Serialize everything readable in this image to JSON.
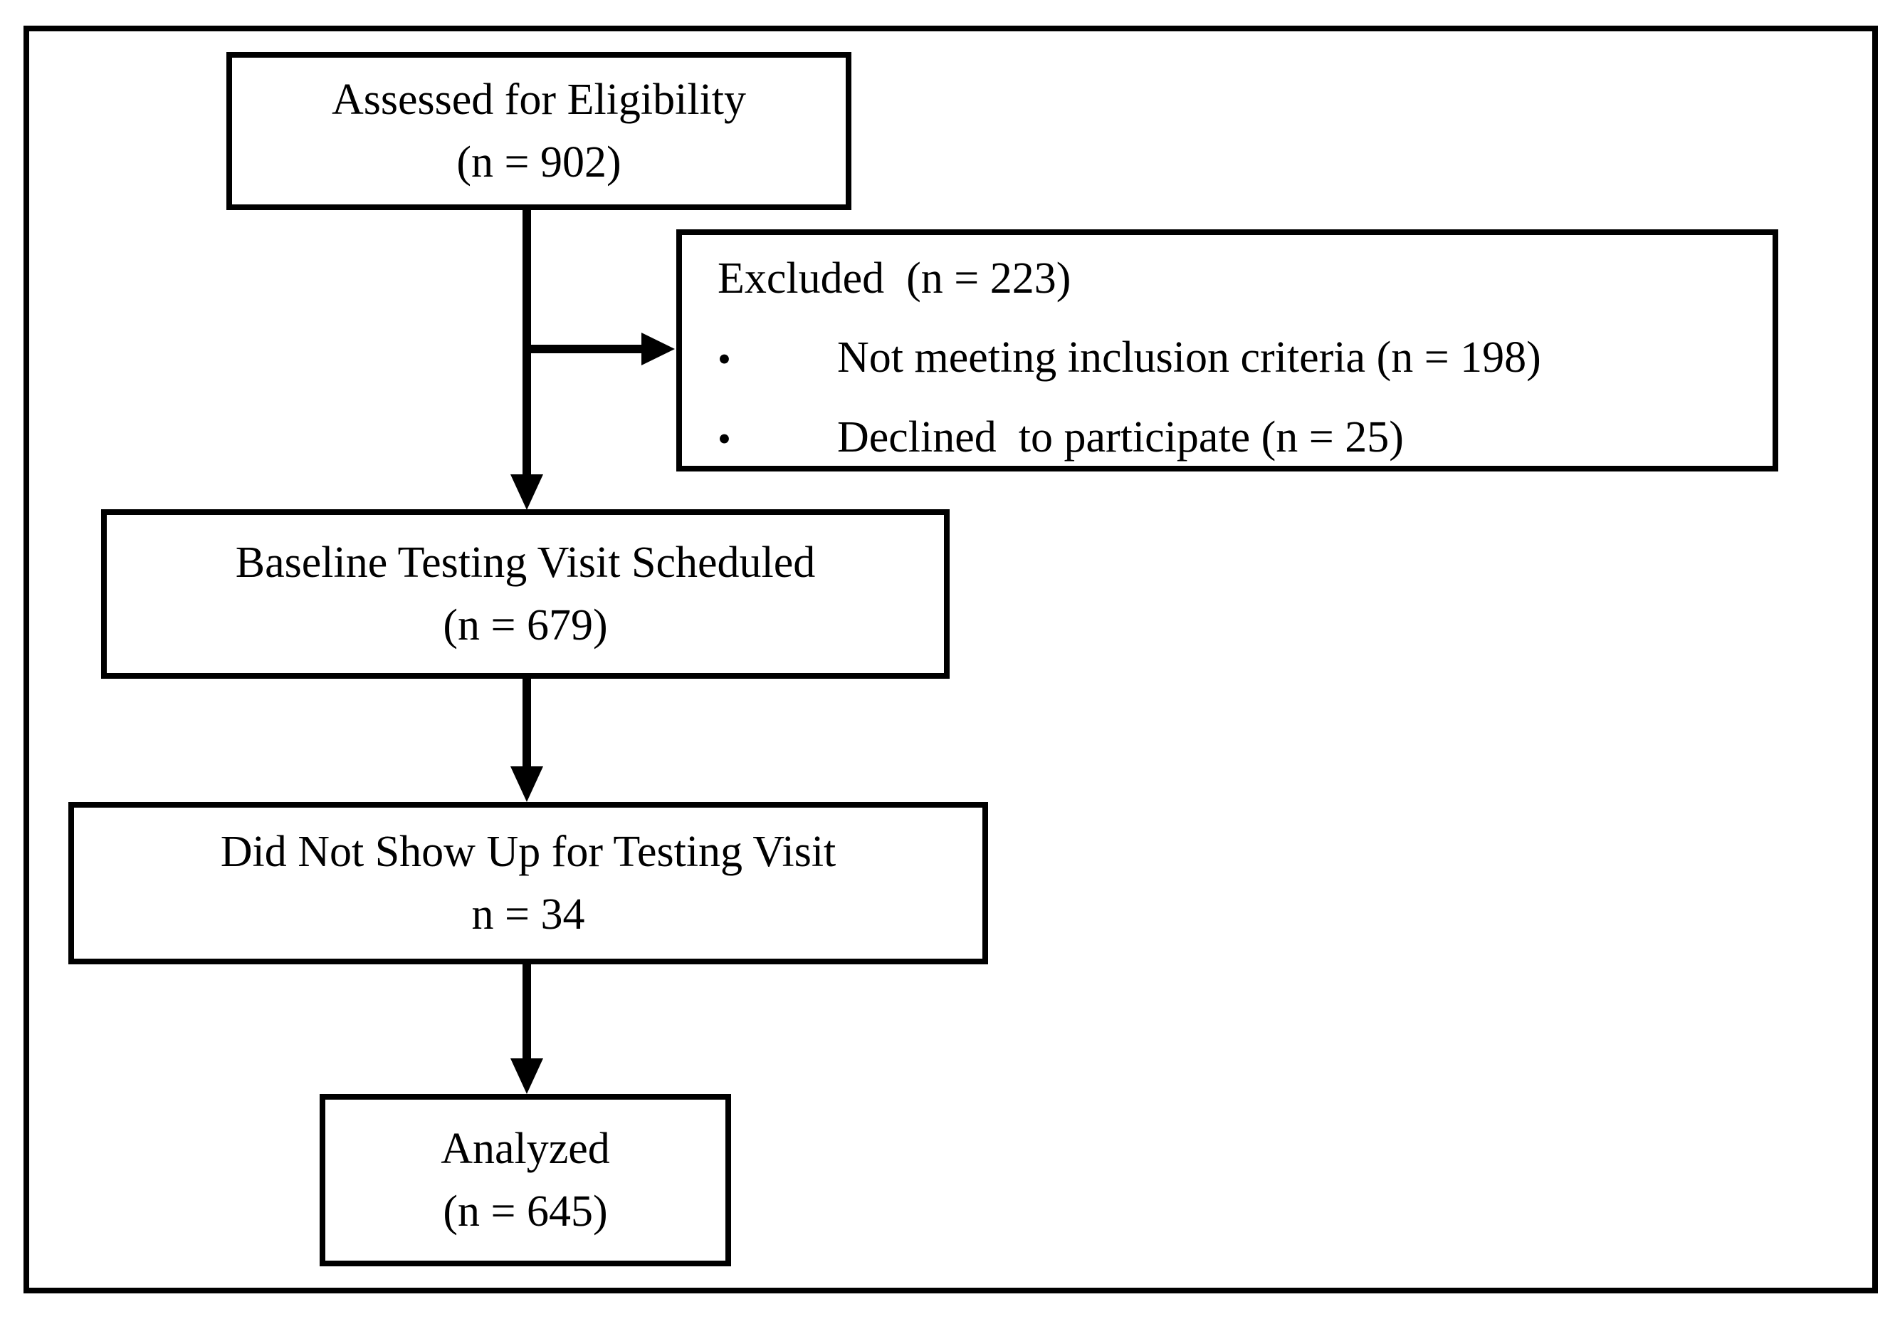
{
  "diagram": {
    "type": "flowchart",
    "nodes": {
      "assessed": {
        "line1": "Assessed for Eligibility",
        "line2": "(n = 902)"
      },
      "excluded": {
        "title": "Excluded  (n = 223)",
        "bullet_glyph": "•",
        "bullets": [
          "Not meeting inclusion criteria (n = 198)",
          "Declined  to participate (n = 25)"
        ]
      },
      "baseline": {
        "line1": "Baseline Testing Visit Scheduled",
        "line2": "(n = 679)"
      },
      "no_show": {
        "line1": "Did Not Show Up for Testing Visit",
        "line2": "n = 34"
      },
      "analyzed": {
        "line1": "Analyzed",
        "line2": "(n = 645)"
      }
    },
    "edges": [
      {
        "from": "assessed",
        "to": "baseline",
        "type": "arrow-down"
      },
      {
        "from": "assessed",
        "to": "excluded",
        "type": "arrow-right-branch"
      },
      {
        "from": "baseline",
        "to": "no_show",
        "type": "arrow-down"
      },
      {
        "from": "no_show",
        "to": "analyzed",
        "type": "arrow-down"
      }
    ],
    "colors": {
      "line": "#000000",
      "text": "#000000",
      "background": "#ffffff"
    }
  }
}
